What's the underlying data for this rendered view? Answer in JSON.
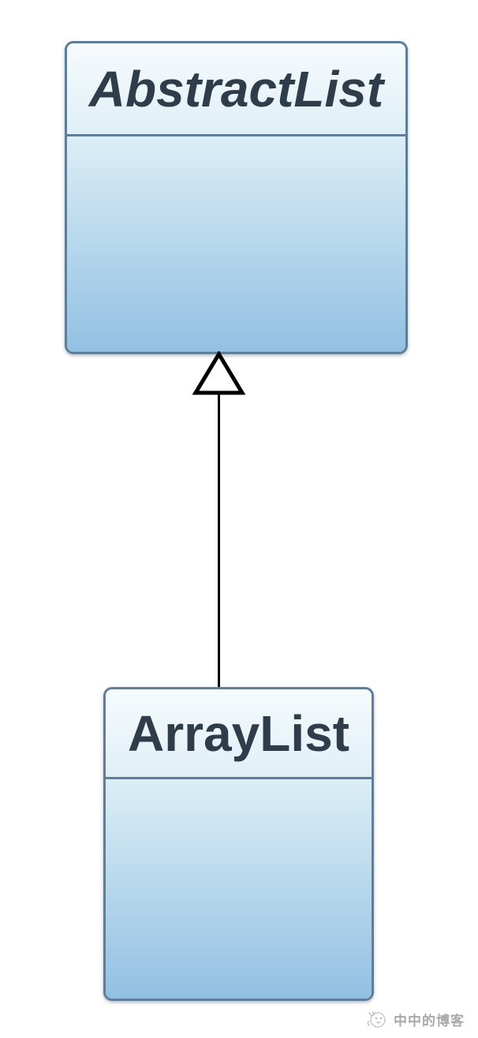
{
  "diagram": {
    "kind": "uml-class-inheritance",
    "classes": [
      {
        "name": "AbstractList",
        "name_style": "bold-italic",
        "stereotype": "abstract",
        "attributes_text": ""
      },
      {
        "name": "ArrayList",
        "name_style": "bold",
        "stereotype": "concrete",
        "attributes_text": ""
      }
    ],
    "relationship": {
      "type": "generalization",
      "from": "ArrayList",
      "to": "AbstractList",
      "arrow_head": "hollow-triangle-up"
    },
    "colors": {
      "box_border": "#5e7e9a",
      "header_gradient_top": "#f6fbfd",
      "header_gradient_bottom": "#e0eff7",
      "body_gradient_top": "#dceef6",
      "body_gradient_bottom": "#92c0e2",
      "class_name_text": "#2e3d49",
      "connector": "#000000",
      "background": "#ffffff"
    }
  },
  "watermark": {
    "icon": "cat-face-icon",
    "text": "中中的博客",
    "color": "#a9a9a9"
  }
}
